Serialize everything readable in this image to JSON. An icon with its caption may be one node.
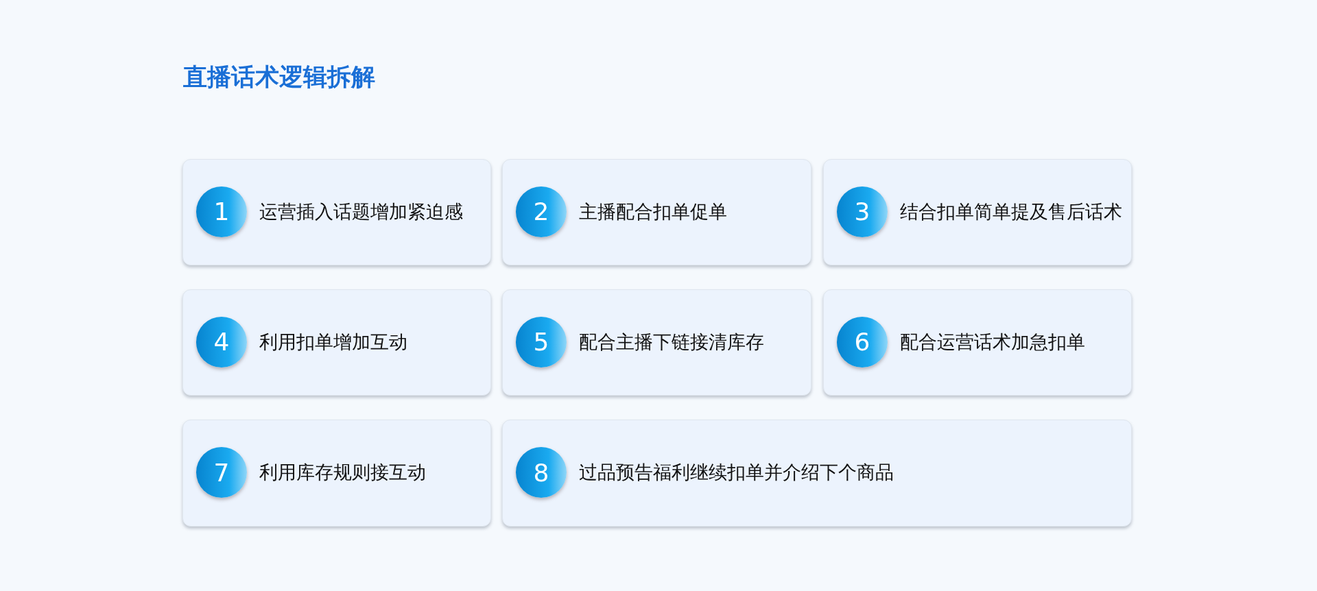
{
  "diagram": {
    "title": "直播话术逻辑拆解",
    "nodes": [
      {
        "text": [
          "运营插入话题增加紧迫感"
        ]
      },
      {
        "text": [
          "1"
        ],
        "in": 0
      },
      {
        "text": [
          "主播配合扣单促单"
        ]
      },
      {
        "text": [
          "2"
        ],
        "in": 2
      },
      {
        "text": [
          "结合扣单简单提及售后话术"
        ]
      },
      {
        "text": [
          "3"
        ],
        "in": 4
      },
      {
        "text": [
          "利用扣单增加互动"
        ]
      },
      {
        "text": [
          "4"
        ],
        "in": 6
      },
      {
        "text": [
          "配合主播下链接清库存"
        ]
      },
      {
        "text": [
          "5"
        ],
        "in": 8
      },
      {
        "text": [
          "配合运营话术加急扣单"
        ]
      },
      {
        "text": [
          "6"
        ],
        "in": 10
      },
      {
        "text": [
          "利用库存规则接互动"
        ]
      },
      {
        "text": [
          "7"
        ],
        "in": 12
      },
      {
        "text": [
          "过品预告福利继续扣单并介绍下个商品"
        ]
      },
      {
        "text": [
          "8"
        ],
        "in": 14
      }
    ]
  }
}
